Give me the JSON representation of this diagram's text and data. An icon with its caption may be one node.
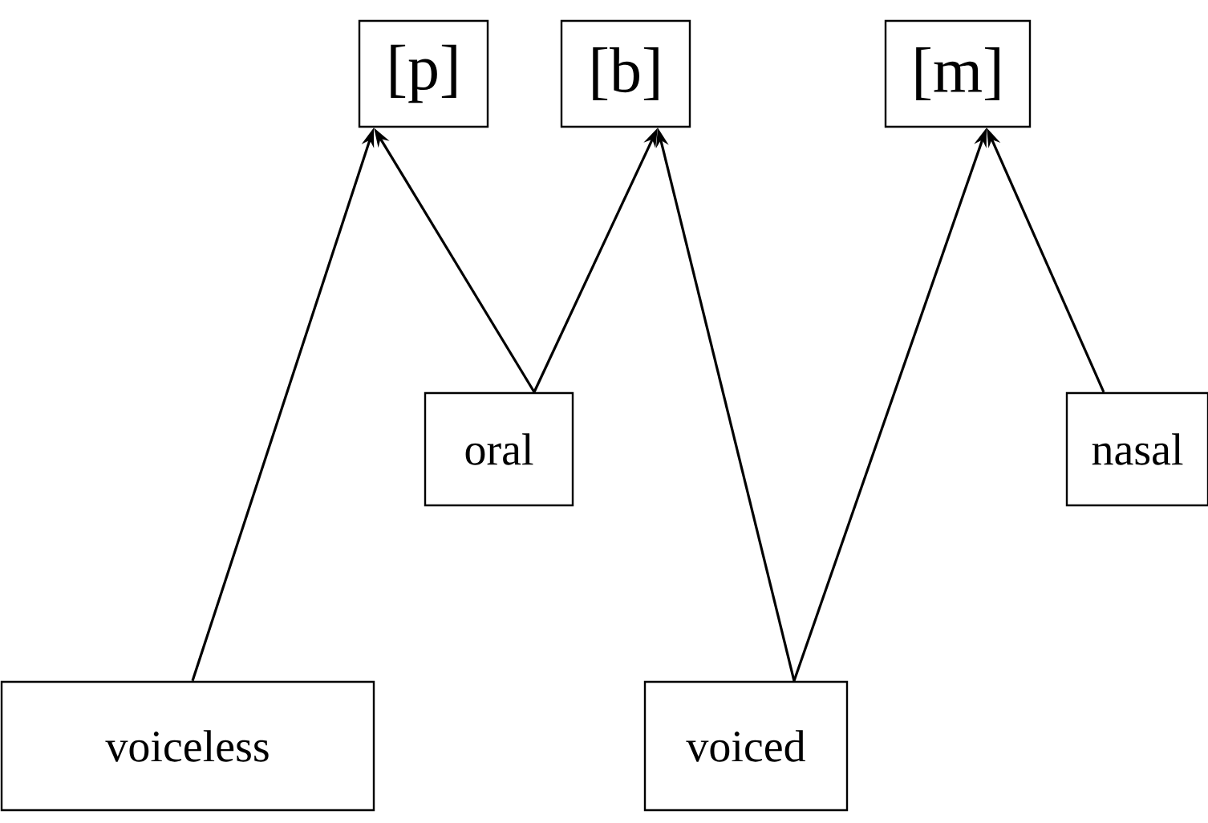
{
  "diagram": {
    "nodes": [
      {
        "text": [
          "[p]"
        ]
      },
      {
        "text": [
          "[b]"
        ]
      },
      {
        "text": [
          "[m]"
        ]
      },
      {
        "text": [
          "oral"
        ]
      },
      {
        "text": [
          "nasal"
        ]
      },
      {
        "text": [
          "voiceless"
        ]
      },
      {
        "text": [
          "voiced"
        ]
      }
    ],
    "edges": [
      {
        "from": 5,
        "to": 0,
        "arrow": "to"
      },
      {
        "from": 3,
        "to": 0,
        "arrow": "to"
      },
      {
        "from": 3,
        "to": 1,
        "arrow": "to"
      },
      {
        "from": 6,
        "to": 1,
        "arrow": "to"
      },
      {
        "from": 6,
        "to": 2,
        "arrow": "to"
      },
      {
        "from": 4,
        "to": 2,
        "arrow": "to"
      }
    ]
  }
}
